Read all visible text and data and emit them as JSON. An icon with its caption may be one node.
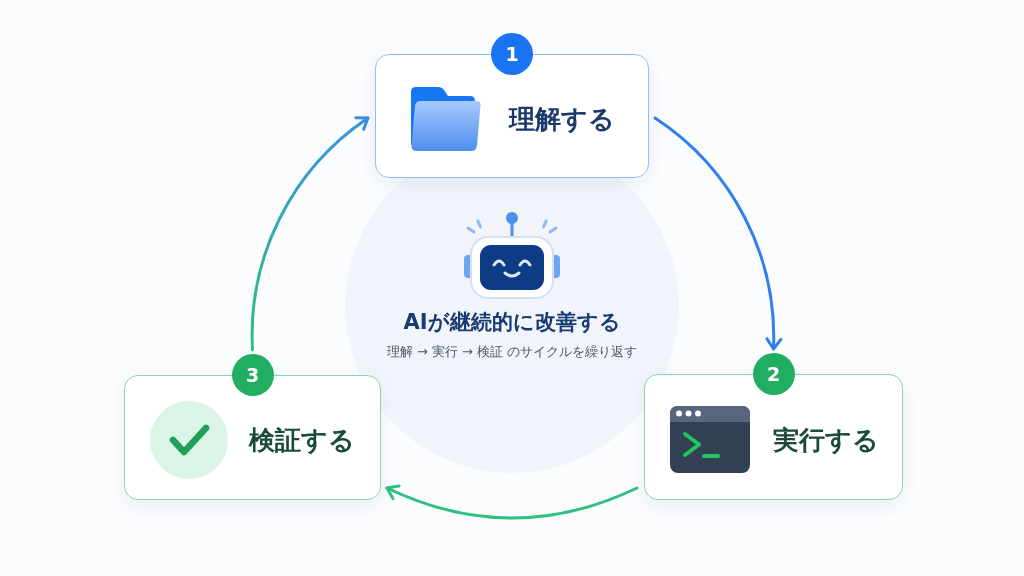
{
  "diagram": {
    "nodes": [
      {
        "text": [
          "1",
          "理解する"
        ]
      },
      {
        "text": [
          "AIが継続的に改善する",
          "理解 → 実行 → 検証 のサイクルを繰り返す"
        ]
      },
      {
        "text": [
          "3",
          "検証する"
        ]
      },
      {
        "text": [
          "2",
          "実行する"
        ]
      }
    ],
    "edges": [
      {
        "from": 0,
        "to": 3,
        "arrow": "to",
        "color": "#2f80ed"
      },
      {
        "from": 3,
        "to": 2,
        "arrow": "to",
        "color": "#2fbf80"
      },
      {
        "from": 2,
        "to": 0,
        "arrow": "to",
        "color": "#2fbf80"
      }
    ]
  }
}
